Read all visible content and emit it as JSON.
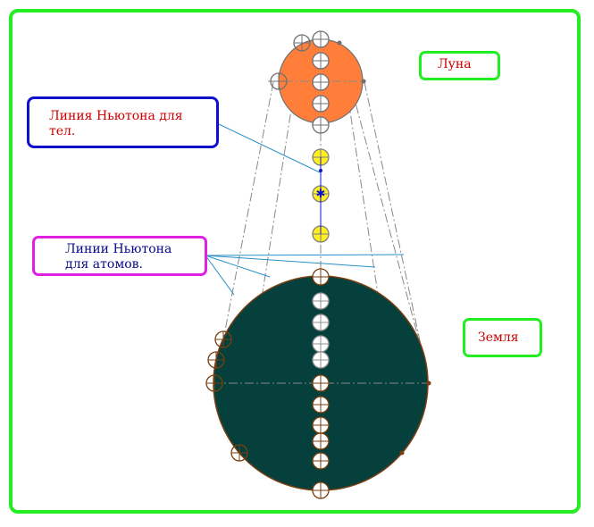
{
  "labels": {
    "moon": "Луна",
    "earth": "Земля",
    "newton_line_bodies_1": "Линия Ньютона для",
    "newton_line_bodies_2": "тел.",
    "newton_lines_atoms_1": "Линии Ньютона",
    "newton_lines_atoms_2": "для атомов."
  },
  "colors": {
    "frame": "#22ee22",
    "moon_fill": "#ff7f3a",
    "earth_fill": "#05403c",
    "earth_outline": "#7a3f10",
    "moon_outline": "#707070",
    "yellow_atom": "#ffee22",
    "pointer_line": "#2a90c8",
    "newton_body_border": "#1010cc",
    "newton_atoms_border": "#e020e0",
    "label_red": "#cc0000",
    "label_navy": "#0a0a88"
  }
}
